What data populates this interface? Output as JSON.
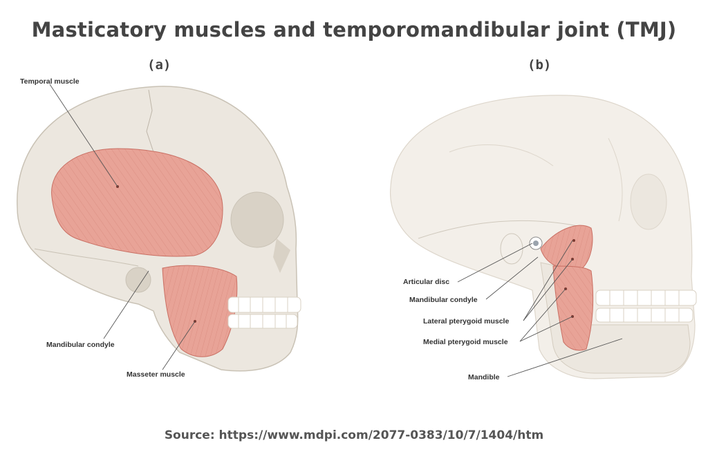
{
  "title": "Masticatory muscles and temporomandibular joint (TMJ)",
  "panels": {
    "a": {
      "label": "(a)",
      "callouts": {
        "temporal": "Temporal muscle",
        "condyle": "Mandibular condyle",
        "masseter": "Masseter muscle"
      }
    },
    "b": {
      "label": "(b)",
      "callouts": {
        "disc": "Articular disc",
        "condyle": "Mandibular condyle",
        "lateral": "Lateral pterygoid muscle",
        "medial": "Medial pterygoid muscle",
        "mandible": "Mandible"
      }
    }
  },
  "source": "Source: https://www.mdpi.com/2077-0383/10/7/1404/htm",
  "colors": {
    "bone": "#ece7df",
    "bone_shadow": "#d9d2c6",
    "muscle": "#e8a397",
    "muscle_dark": "#c96f63",
    "teeth": "#ffffff",
    "text": "#444444"
  }
}
